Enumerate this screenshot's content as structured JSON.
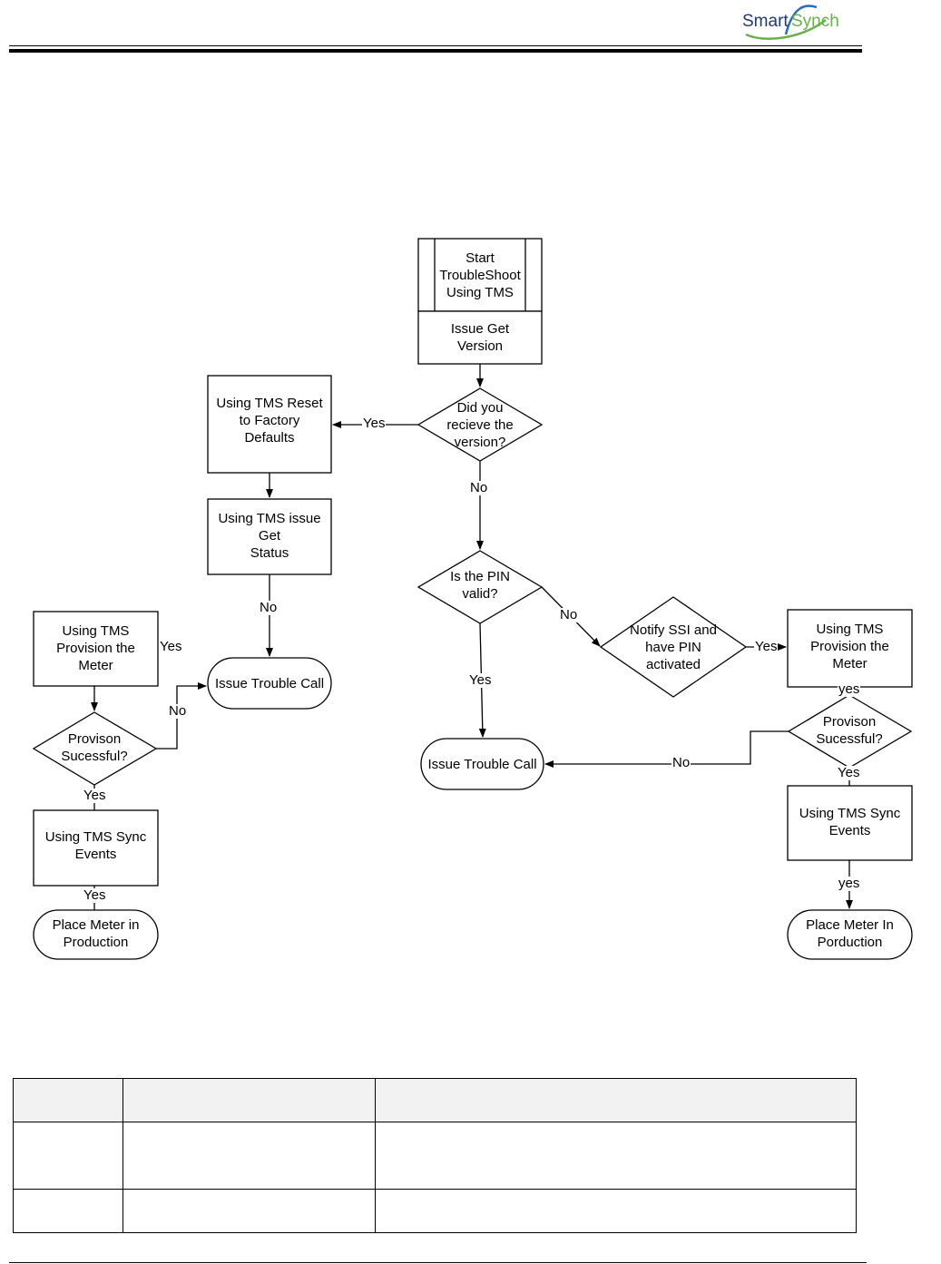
{
  "header": {
    "logo": {
      "word1": "Smart",
      "word2": "Synch",
      "mark": "·",
      "colors": {
        "navy": "#1f3a6e",
        "green": "#6ab04c",
        "blue": "#2a6db5"
      }
    }
  },
  "flowchart": {
    "nodes": {
      "start": "Start\nTroubleShoot\nUsing TMS",
      "get_version": "Issue Get\nVersion",
      "did_receive": "Did you\nrecieve the\nversion?",
      "reset_factory": "Using TMS Reset\nto Factory\nDefaults",
      "get_status": "Using TMS issue\nGet\nStatus",
      "pin_valid": "Is the PIN\nvalid?",
      "notify_ssi": "Notify SSI and\nhave PIN\nactivated",
      "provision_right": "Using TMS\nProvision the\nMeter",
      "provision_left": "Using TMS\nProvision the\nMeter",
      "trouble_left": "Issue Trouble Call",
      "trouble_center": "Issue Trouble Call",
      "prov_success_left": "Provison\nSucessful?",
      "prov_success_right": "Provison\nSucessful?",
      "sync_left": "Using TMS Sync\nEvents",
      "sync_right": "Using TMS Sync\nEvents",
      "place_left": "Place Meter in\nProduction",
      "place_right": "Place Meter In\nPorduction"
    },
    "edge_labels": {
      "yes_reset": "Yes",
      "no_pin": "No",
      "no_get_status": "No",
      "no_notify": "No",
      "yes_notify": "Yes",
      "yes_pin_valid": "Yes",
      "yes_provision_left": "Yes",
      "no_prov_left": "No",
      "yes_prov_left": "Yes",
      "yes_sync_left": "Yes",
      "yes_provision_right": "yes",
      "no_prov_right": "No",
      "yes_prov_right": "Yes",
      "yes_sync_right": "yes"
    }
  },
  "revision_table": {
    "rows": [
      [
        "",
        "",
        ""
      ],
      [
        "",
        "",
        ""
      ],
      [
        "",
        "",
        ""
      ]
    ]
  }
}
